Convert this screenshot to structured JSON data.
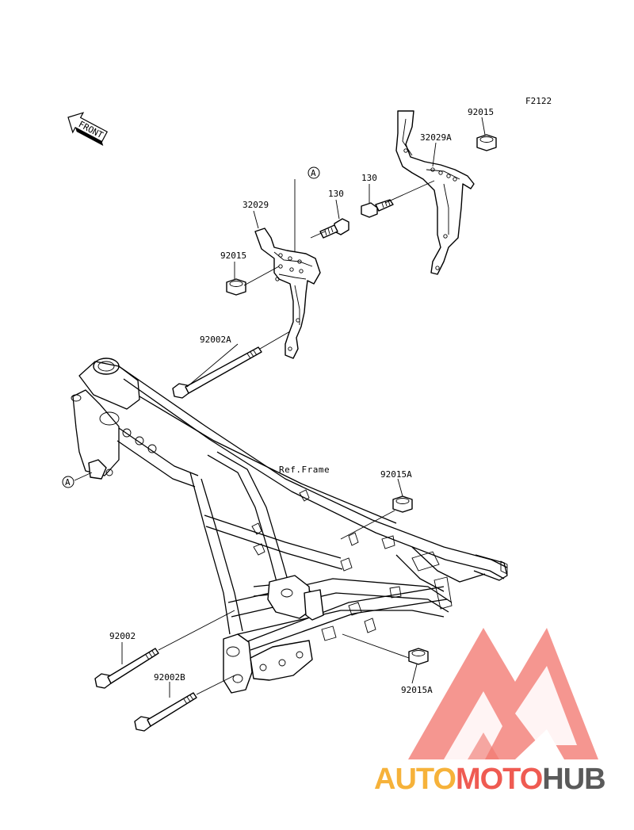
{
  "diagram_code": "F2122",
  "front_arrow": {
    "label": "FRONT",
    "icon": "front-direction-arrow-icon"
  },
  "frame_label": "Ref.Frame",
  "callouts": [
    {
      "id": "c1",
      "text": "92015"
    },
    {
      "id": "c2",
      "text": "32029A"
    },
    {
      "id": "c3",
      "text": "130"
    },
    {
      "id": "c4",
      "text": "130"
    },
    {
      "id": "c5",
      "text": "32029"
    },
    {
      "id": "c6",
      "text": "92015"
    },
    {
      "id": "c7",
      "text": "92002A"
    },
    {
      "id": "c8",
      "text": "92015A"
    },
    {
      "id": "c9",
      "text": "92002"
    },
    {
      "id": "c10",
      "text": "92002B"
    },
    {
      "id": "c11",
      "text": "92015A"
    }
  ],
  "reference_marker": "A",
  "watermark": {
    "part1": "AUTO",
    "part2": "MOTO",
    "part3": "HUB",
    "colors": {
      "auto": "#f6b23a",
      "moto": "#ef5b52",
      "hub": "#5a5a5a",
      "logo": "#ef5b52"
    }
  }
}
